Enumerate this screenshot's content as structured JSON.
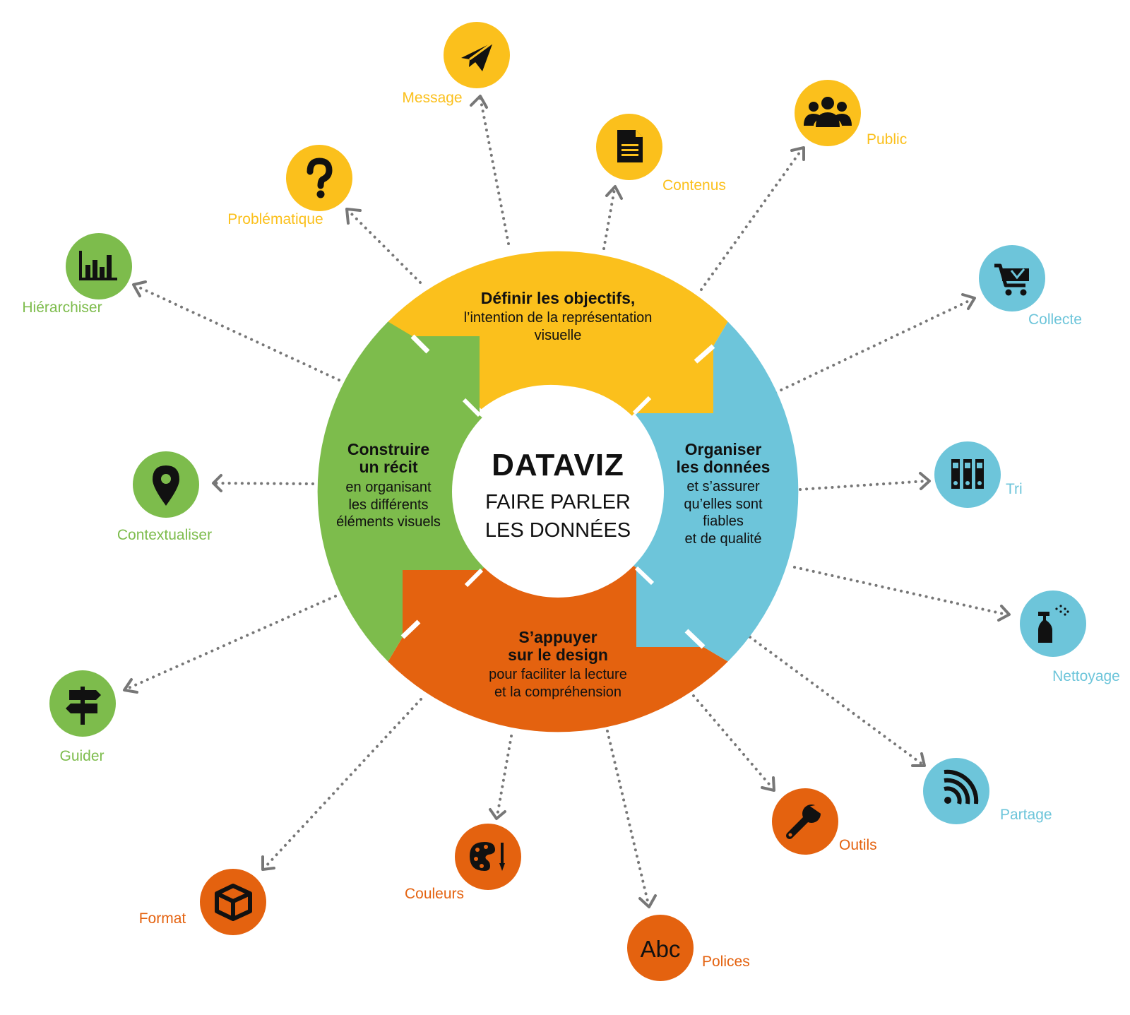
{
  "colors": {
    "yellow": "#FBC01C",
    "blue": "#6DC5DA",
    "orange": "#E4620F",
    "green": "#7DBC4C",
    "connector": "#777777",
    "text": "#111111"
  },
  "center": {
    "title": "DATAVIZ",
    "subtitle_line1": "FAIRE PARLER",
    "subtitle_line2": "LES DONNÉES"
  },
  "segments": {
    "objectifs": {
      "title_line1": "Définir les objectifs,",
      "body_line1": "l’intention de la représentation",
      "body_line2": "visuelle",
      "color": "#FBC01C"
    },
    "organiser": {
      "title_line1": "Organiser",
      "title_line2": "les données",
      "body_line1": "et s’assurer",
      "body_line2": "qu’elles sont",
      "body_line3": "fiables",
      "body_line4": "et de qualité",
      "color": "#6DC5DA"
    },
    "design": {
      "title_line1": "S’appuyer",
      "title_line2": "sur le design",
      "body_line1": "pour faciliter la lecture",
      "body_line2": "et la compréhension",
      "color": "#E4620F"
    },
    "recit": {
      "title_line1": "Construire",
      "title_line2": "un récit",
      "body_line1": "en organisant",
      "body_line2": "les différents",
      "body_line3": "éléments visuels",
      "color": "#7DBC4C"
    }
  },
  "nodes": {
    "message": {
      "label": "Message",
      "icon": "paper-plane-icon",
      "color": "#FBC01C"
    },
    "contenus": {
      "label": "Contenus",
      "icon": "document-icon",
      "color": "#FBC01C"
    },
    "public": {
      "label": "Public",
      "icon": "group-icon",
      "color": "#FBC01C"
    },
    "problematique": {
      "label": "Problématique",
      "icon": "question-icon",
      "color": "#FBC01C"
    },
    "collecte": {
      "label": "Collecte",
      "icon": "cart-icon",
      "color": "#6DC5DA"
    },
    "tri": {
      "label": "Tri",
      "icon": "binders-icon",
      "color": "#6DC5DA"
    },
    "nettoyage": {
      "label": "Nettoyage",
      "icon": "spray-icon",
      "color": "#6DC5DA"
    },
    "partage": {
      "label": "Partage",
      "icon": "rss-icon",
      "color": "#6DC5DA"
    },
    "outils": {
      "label": "Outils",
      "icon": "wrench-icon",
      "color": "#E4620F"
    },
    "polices": {
      "label": "Polices",
      "icon": "abc-icon",
      "glyph": "Abc",
      "color": "#E4620F"
    },
    "couleurs": {
      "label": "Couleurs",
      "icon": "palette-icon",
      "color": "#E4620F"
    },
    "format": {
      "label": "Format",
      "icon": "box-icon",
      "color": "#E4620F"
    },
    "hierarchiser": {
      "label": "Hiérarchiser",
      "icon": "bar-chart-icon",
      "color": "#7DBC4C"
    },
    "contextualiser": {
      "label": "Contextualiser",
      "icon": "map-pin-icon",
      "color": "#7DBC4C"
    },
    "guider": {
      "label": "Guider",
      "icon": "signpost-icon",
      "color": "#7DBC4C"
    }
  }
}
